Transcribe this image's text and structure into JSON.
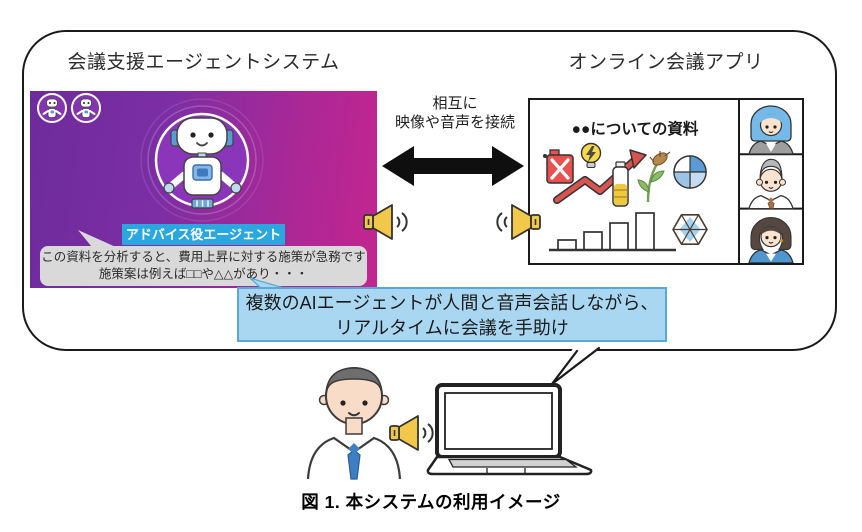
{
  "figure": {
    "caption": "図 1. 本システムの利用イメージ"
  },
  "agent_system": {
    "title": "会議支援エージェントシステム",
    "advisor_label": "アドバイス役エージェント",
    "speech_line1": "この資料を分析すると、費用上昇に対する施策が急務です",
    "speech_line2": "施策案は例えば□□や△△があり・・・"
  },
  "meeting_app": {
    "title": "オンライン会議アプリ",
    "document_title": "●●についての資料",
    "participant_count": "3"
  },
  "connection": {
    "line1": "相互に",
    "line2": "映像や音声を接続"
  },
  "callout": {
    "line1": "複数のAIエージェントが人間と音声会話しながら、",
    "line2": "リアルタイムに会議を手助け"
  },
  "icons": {
    "advisor_robot": "robot-agent",
    "mini_robots": "two small robot badges",
    "speakers": "yellow megaphone with sound waves",
    "double_arrow": "black bidirectional arrow",
    "document_icons": "jerry-can, lightbulb, bottle, plant, rising-arrow, pie-chart, bar-chart, cube",
    "user": "man with blue tie",
    "laptop": "open laptop"
  },
  "colors": {
    "panel_gradient_start": "#6E2B9B",
    "panel_gradient_end": "#C4258F",
    "agent_circle": "#8A35BA",
    "advisor_label_bg": "#2AA7DE",
    "agent_bubble_bg": "#D9D9D9",
    "callout_bg": "#A9D6F0",
    "callout_border": "#58A8D8",
    "speaker_yellow": "#F2C84B",
    "arrow_black": "#0f0f0f",
    "chart_red": "#D9534F",
    "pie_blue": "#5B9BD5",
    "tie_blue": "#3E7FC4"
  }
}
